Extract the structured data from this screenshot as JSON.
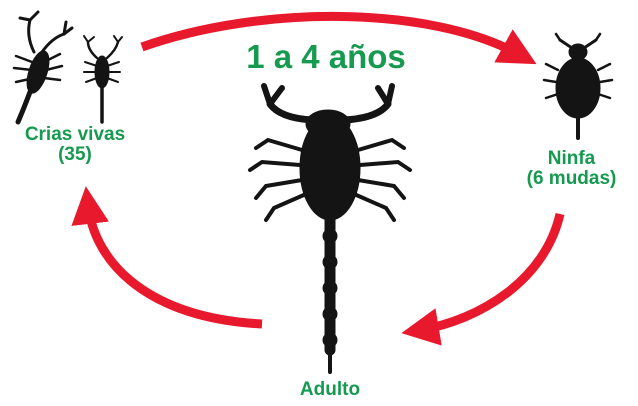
{
  "title": "1 a 4 años",
  "stages": {
    "crias": {
      "line1": "Crias vivas",
      "line2": "(35)"
    },
    "ninfa": {
      "line1": "Ninfa",
      "line2": "(6 mudas)"
    },
    "adulto": {
      "line1": "Adulto"
    }
  },
  "colors": {
    "arrow": "#e8192c",
    "label": "#169a4f",
    "silhouette": "#141414"
  },
  "icons": [
    "scorpion-icon",
    "small-scorpion-icon",
    "nymph-icon",
    "adult-scorpion-icon"
  ]
}
